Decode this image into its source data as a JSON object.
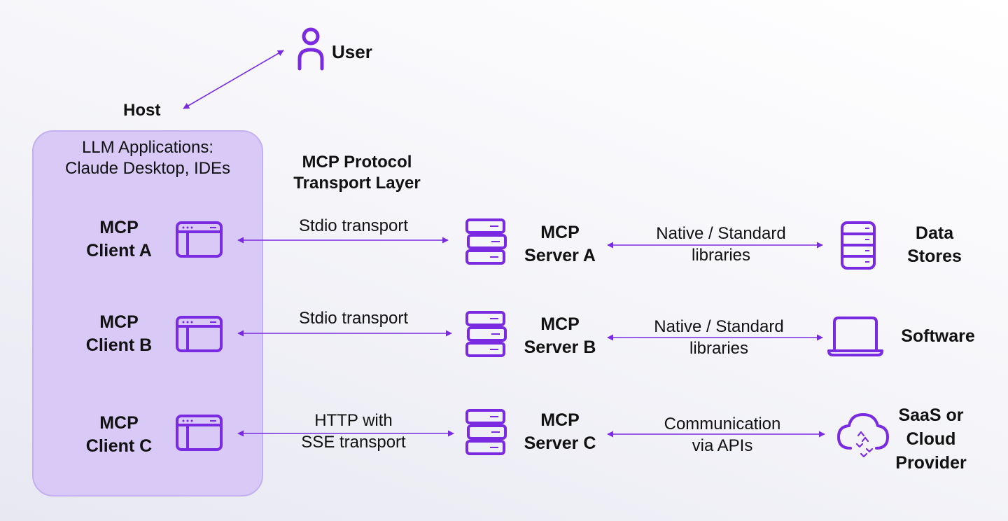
{
  "user": {
    "label": "User",
    "icon": "user-icon"
  },
  "host": {
    "label": "Host",
    "app_line1": "LLM Applications:",
    "app_line2": "Claude Desktop, IDEs"
  },
  "protocol": {
    "line1": "MCP Protocol",
    "line2": "Transport Layer"
  },
  "clients": [
    {
      "line1": "MCP",
      "line2": "Client A",
      "icon": "window-icon"
    },
    {
      "line1": "MCP",
      "line2": "Client B",
      "icon": "window-icon"
    },
    {
      "line1": "MCP",
      "line2": "Client C",
      "icon": "window-icon"
    }
  ],
  "transports": [
    {
      "line1": "Stdio transport",
      "line2": ""
    },
    {
      "line1": "Stdio transport",
      "line2": ""
    },
    {
      "line1": "HTTP with",
      "line2": "SSE transport"
    }
  ],
  "servers": [
    {
      "line1": "MCP",
      "line2": "Server A",
      "icon": "server-stack-icon"
    },
    {
      "line1": "MCP",
      "line2": "Server B",
      "icon": "server-stack-icon"
    },
    {
      "line1": "MCP",
      "line2": "Server C",
      "icon": "server-stack-icon"
    }
  ],
  "links": [
    {
      "line1": "Native / Standard",
      "line2": "libraries"
    },
    {
      "line1": "Native / Standard",
      "line2": "libraries"
    },
    {
      "line1": "Communication",
      "line2": "via APIs"
    }
  ],
  "resources": [
    {
      "line1": "Data",
      "line2": "Stores",
      "line3": "",
      "icon": "database-icon"
    },
    {
      "line1": "Software",
      "line2": "",
      "line3": "",
      "icon": "laptop-icon"
    },
    {
      "line1": "SaaS or",
      "line2": "Cloud",
      "line3": "Provider",
      "icon": "cloud-icon"
    }
  ],
  "colors": {
    "accent": "#7a2be2",
    "host_fill": "#d8c9f7",
    "arrow": "#7a2be2"
  }
}
